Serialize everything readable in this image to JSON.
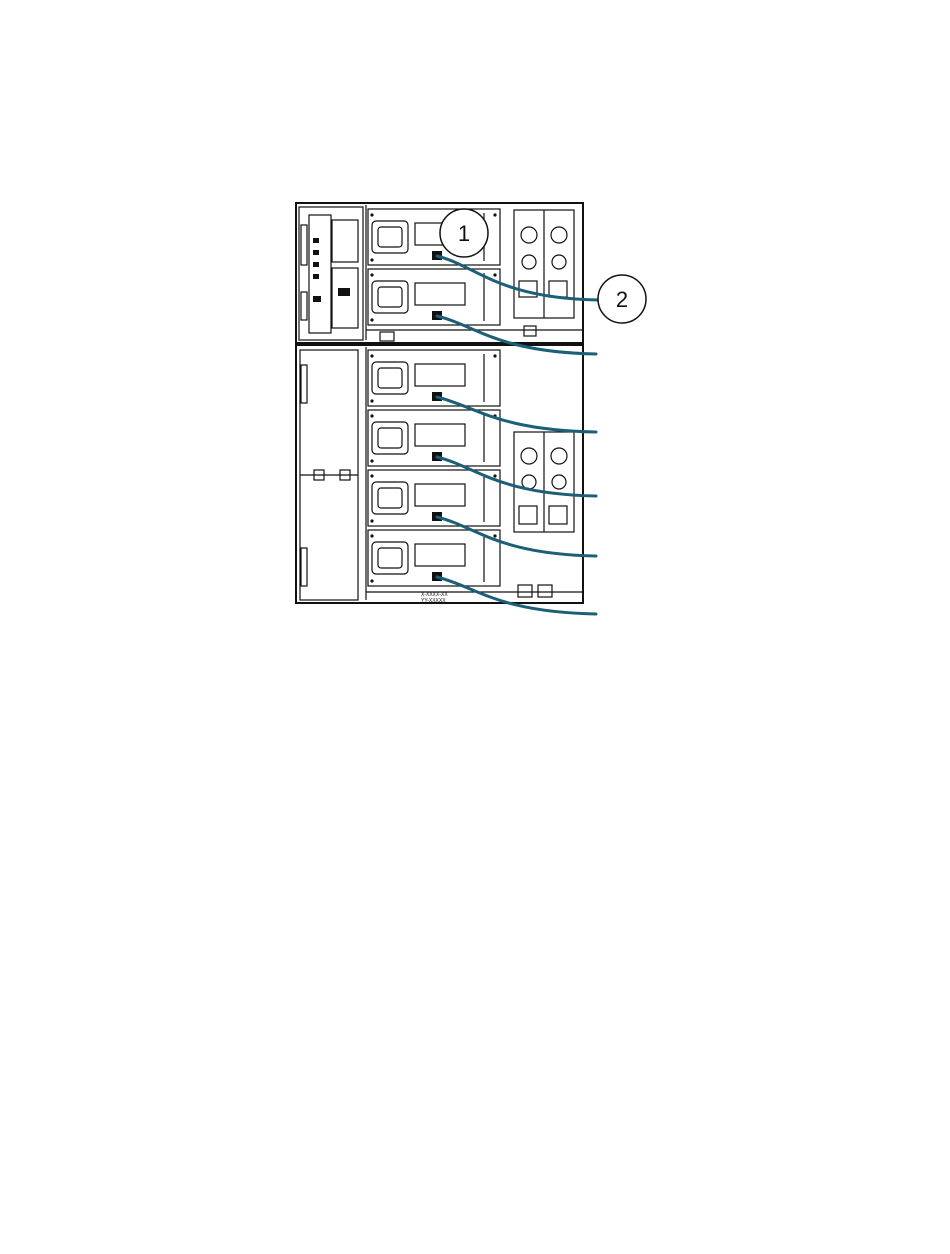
{
  "callouts": [
    {
      "label": "1",
      "meaning": ""
    },
    {
      "label": "2",
      "meaning": ""
    }
  ],
  "drive_label": [
    "X-XXXX-XX",
    "YY-XXXXX"
  ],
  "colors": {
    "cable": "#1c5f78",
    "line": "#111111",
    "background": "#ffffff"
  }
}
